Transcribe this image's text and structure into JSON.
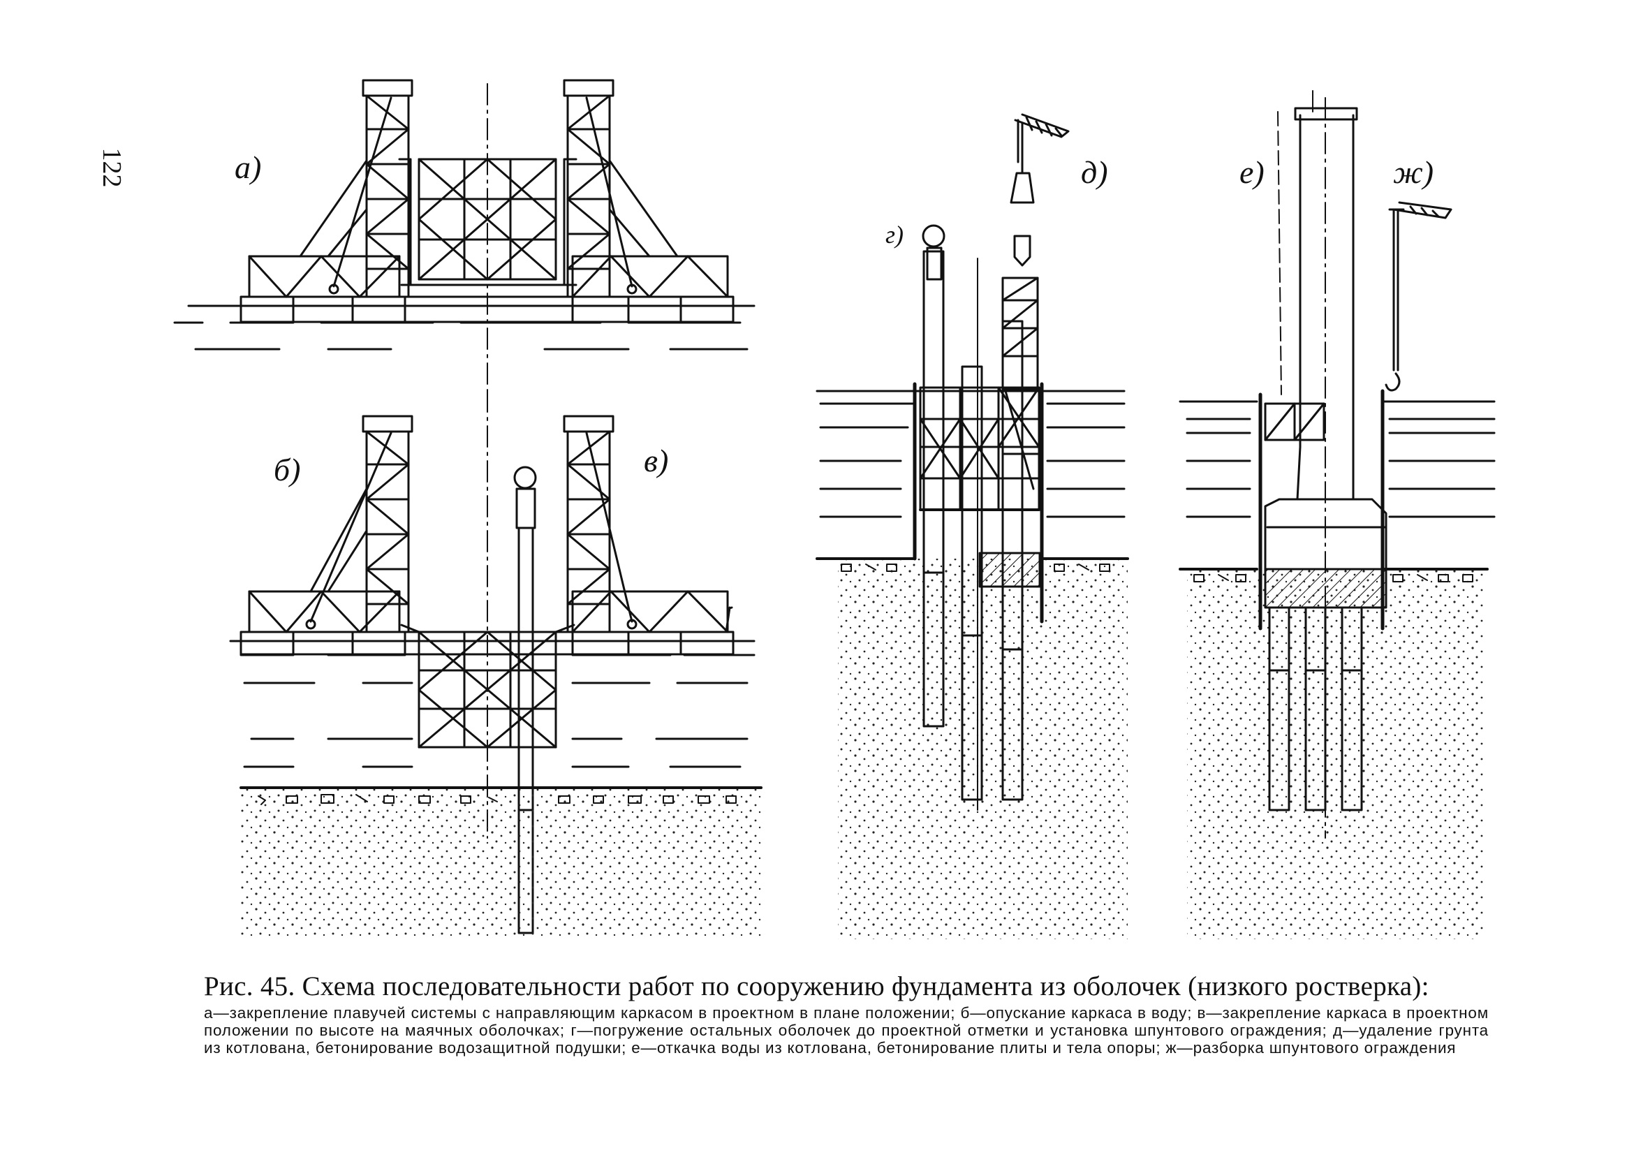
{
  "page_number": "122",
  "panels": [
    {
      "key": "a",
      "label": "а)"
    },
    {
      "key": "b",
      "label": "б)"
    },
    {
      "key": "v",
      "label": "в)"
    },
    {
      "key": "g",
      "label": "г)"
    },
    {
      "key": "d",
      "label": "д)"
    },
    {
      "key": "e",
      "label": "е)"
    },
    {
      "key": "zh",
      "label": "ж)"
    }
  ],
  "caption": {
    "title": "Рис. 45. Схема последовательности работ по сооружению фундамента из оболочек (низкого ростверка):",
    "body": "а—закрепление плавучей системы с направляющим каркасом в проектном в плане положении; б—опускание каркаса в воду; в—закрепление каркаса в проектном положении по высоте на маячных оболочках; г—погружение остальных оболочек до проектной отметки и установка шпунтового ограждения; д—удаление грунта из котлована, бетонирование водозащитной подушки; е—откачка воды из котлована, бетонирование плиты и тела опоры; ж—разборка шпунтового ограждения"
  }
}
